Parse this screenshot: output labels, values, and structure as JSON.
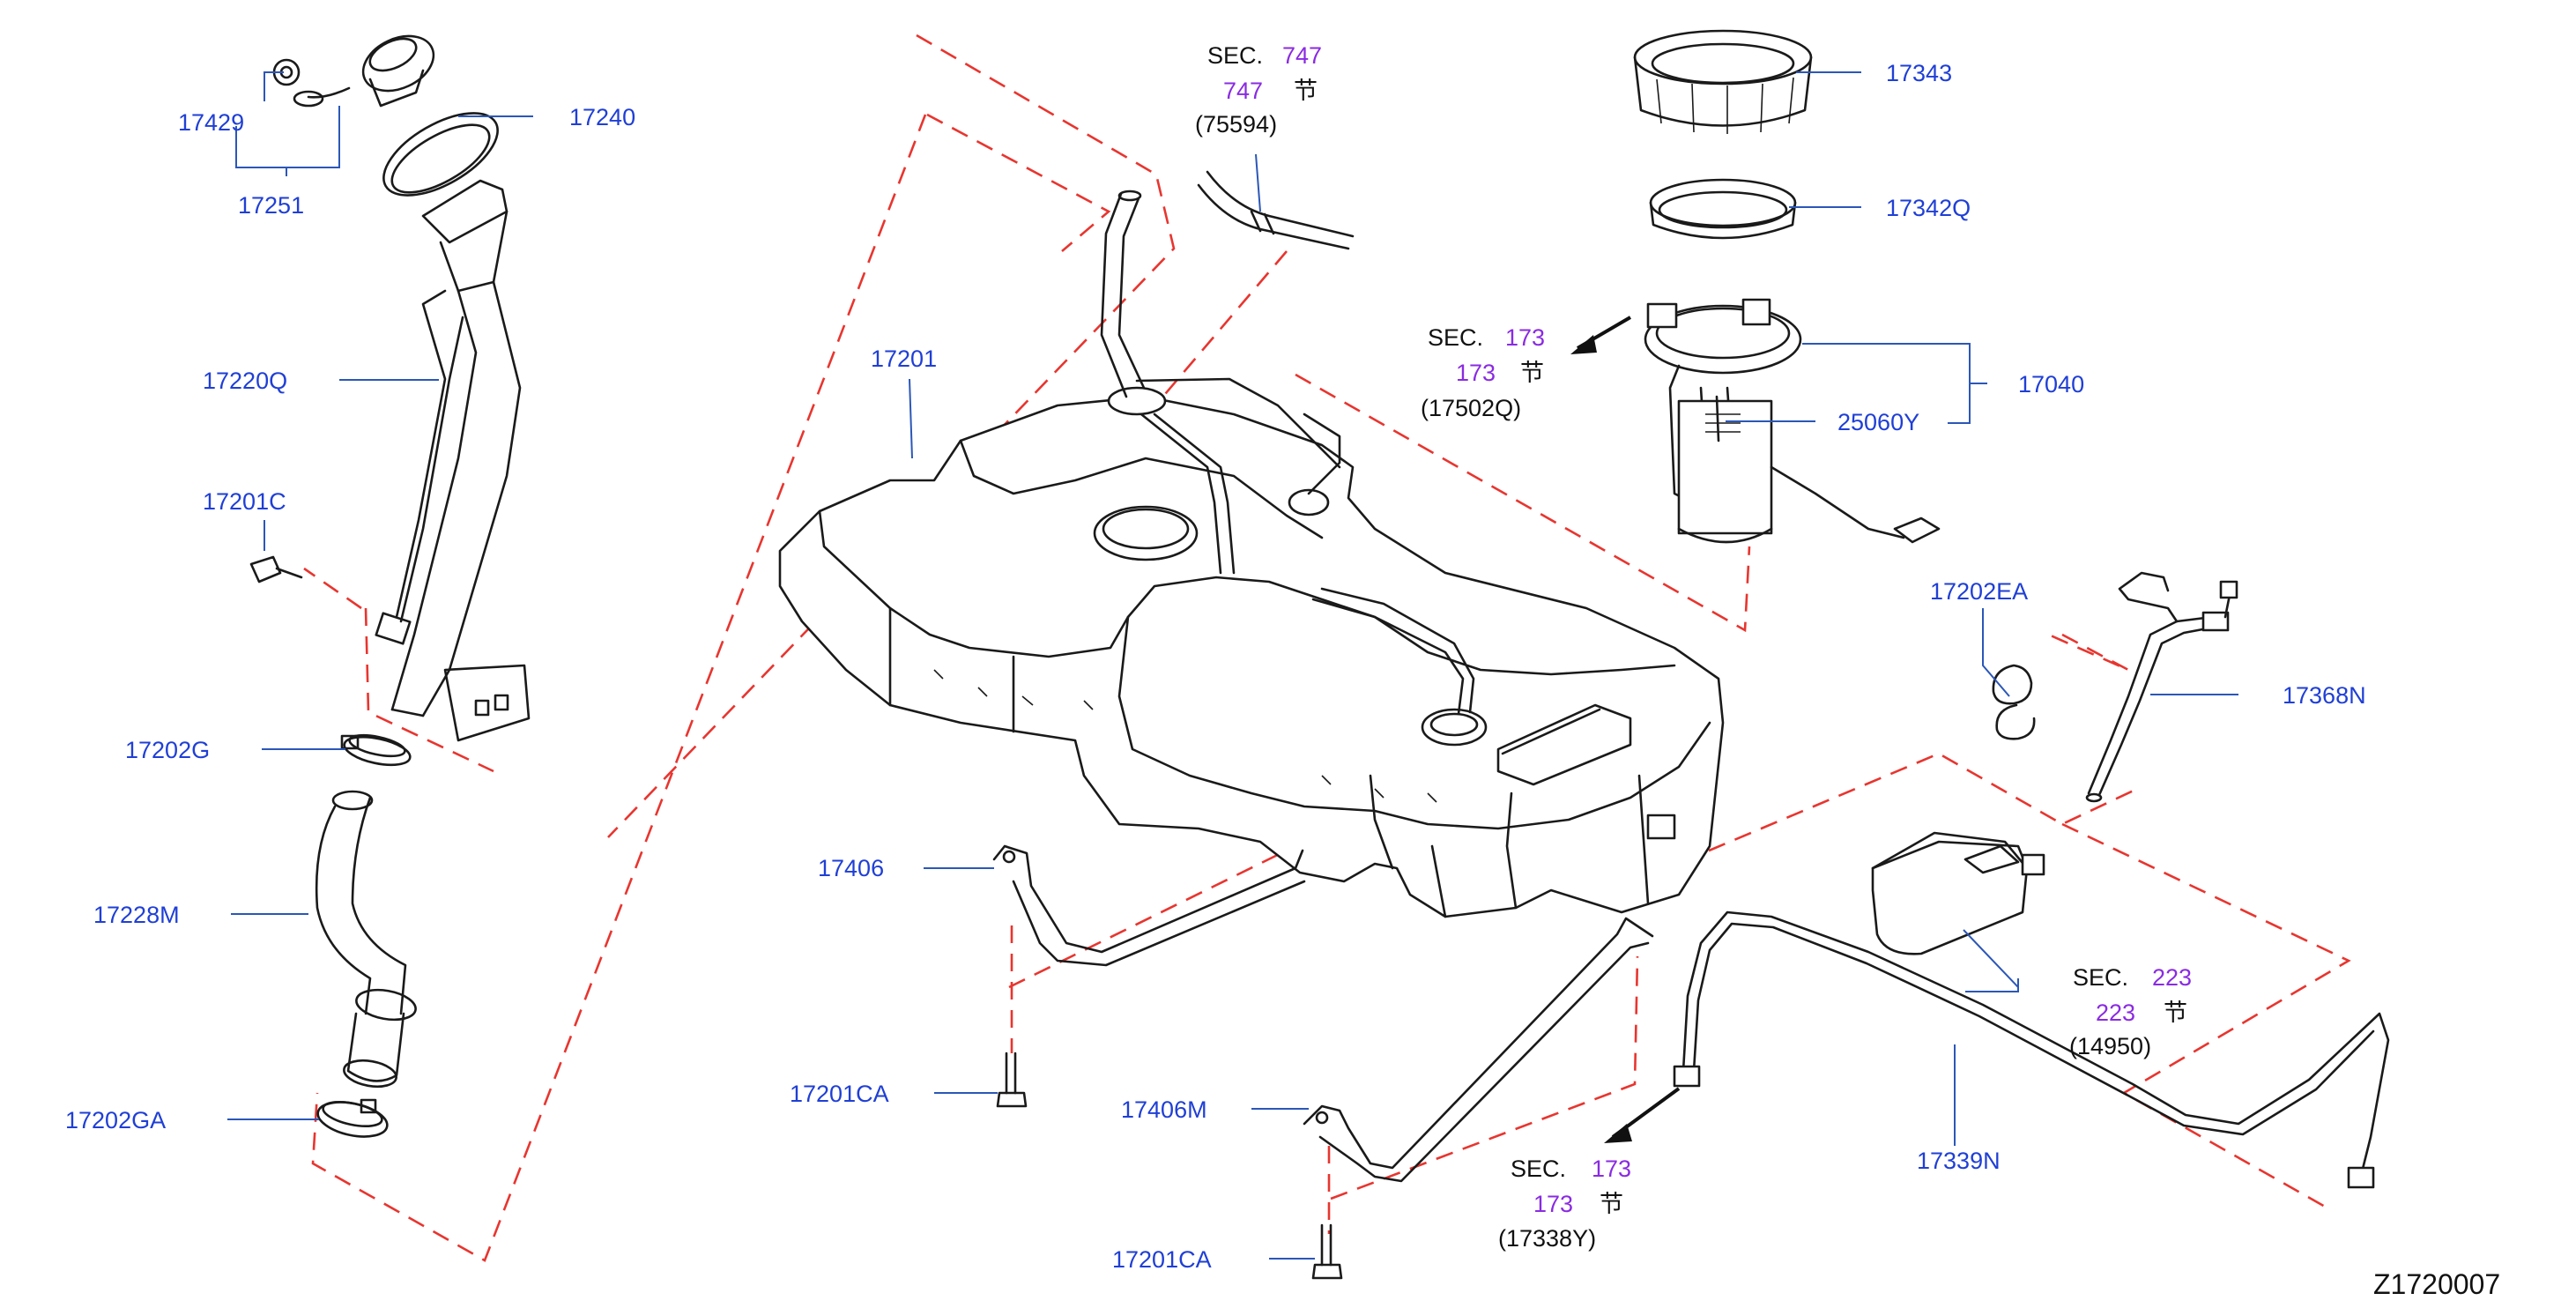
{
  "diagram_code": "Z1720007",
  "part_labels": {
    "p17429": "17429",
    "p17251": "17251",
    "p17240": "17240",
    "p17220Q": "17220Q",
    "p17201C": "17201C",
    "p17202G": "17202G",
    "p17228M": "17228M",
    "p17202GA": "17202GA",
    "p17201": "17201",
    "p17406": "17406",
    "p17201CA_a": "17201CA",
    "p17406M": "17406M",
    "p17201CA_b": "17201CA",
    "p17343": "17343",
    "p17342Q": "17342Q",
    "p17040": "17040",
    "p25060Y": "25060Y",
    "p17202EA": "17202EA",
    "p17368N": "17368N",
    "p17339N": "17339N"
  },
  "section_refs": [
    {
      "sec_label": "SEC.",
      "section": "747",
      "section_repeat": "747",
      "jie": "节",
      "part": "(75594)"
    },
    {
      "sec_label": "SEC.",
      "section": "173",
      "section_repeat": "173",
      "jie": "节",
      "part": "(17502Q)"
    },
    {
      "sec_label": "SEC.",
      "section": "223",
      "section_repeat": "223",
      "jie": "节",
      "part": "(14950)"
    },
    {
      "sec_label": "SEC.",
      "section": "173",
      "section_repeat": "173",
      "jie": "节",
      "part": "(17338Y)"
    }
  ],
  "colors": {
    "label_blue": "#1f3fd6",
    "section_purple": "#8a2be2",
    "dashed_red": "#e8352f",
    "line_black": "#1a1a1a"
  }
}
